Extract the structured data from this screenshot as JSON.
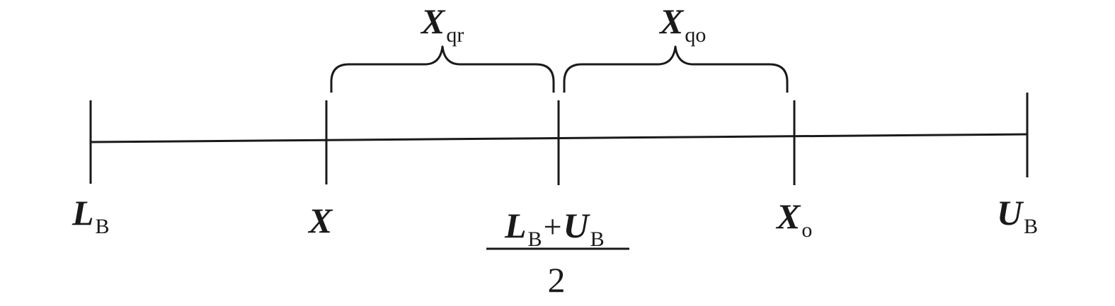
{
  "diagram": {
    "points": [
      {
        "id": "lb",
        "main": "L",
        "sub": "B"
      },
      {
        "id": "x",
        "main": "X",
        "sub": ""
      },
      {
        "id": "mid",
        "numerator": {
          "left_main": "L",
          "left_sub": "B",
          "operator": "+",
          "right_main": "U",
          "right_sub": "B"
        },
        "denominator": "2"
      },
      {
        "id": "xo",
        "main": "X",
        "sub": "o"
      },
      {
        "id": "ub",
        "main": "U",
        "sub": "B"
      }
    ],
    "braces": [
      {
        "id": "xqr",
        "main": "X",
        "sub": "qr"
      },
      {
        "id": "xqo",
        "main": "X",
        "sub": "qo"
      }
    ]
  }
}
